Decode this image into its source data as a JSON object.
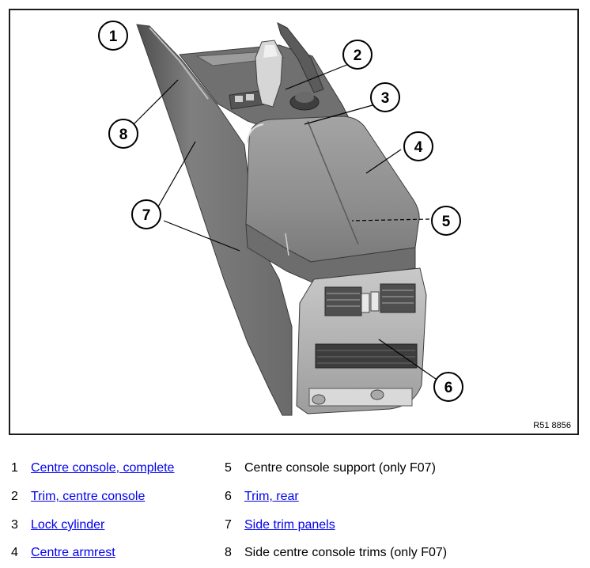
{
  "figure": {
    "reference": "R51 8856",
    "callouts": [
      "1",
      "2",
      "3",
      "4",
      "5",
      "6",
      "7",
      "8"
    ]
  },
  "legend": [
    {
      "num": "1",
      "label": "Centre console, complete",
      "link": true
    },
    {
      "num": "2",
      "label": "Trim, centre console",
      "link": true
    },
    {
      "num": "3",
      "label": "Lock cylinder",
      "link": true
    },
    {
      "num": "4",
      "label": "Centre armrest",
      "link": true
    },
    {
      "num": "5",
      "label": "Centre console support (only F07)",
      "link": false
    },
    {
      "num": "6",
      "label": "Trim, rear",
      "link": true
    },
    {
      "num": "7",
      "label": "Side trim panels",
      "link": true
    },
    {
      "num": "8",
      "label": "Side centre console trims (only F07)",
      "link": false
    }
  ],
  "colors": {
    "link": "#0000ee",
    "text": "#000000",
    "border": "#1c1c1c",
    "console_body": "#8a8a8a",
    "console_dark": "#5e5e5e",
    "console_light": "#b9b9b9"
  }
}
